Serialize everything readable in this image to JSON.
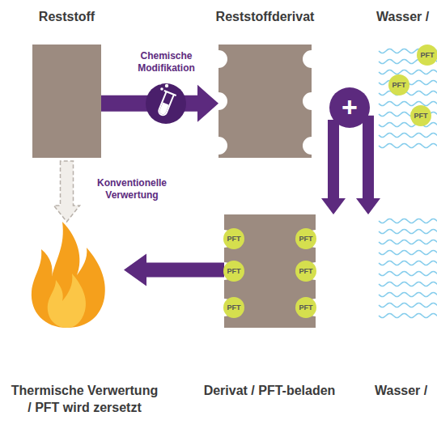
{
  "diagram": {
    "nodes": [
      {
        "text": [
          "Reststoff"
        ]
      },
      {
        "text": [
          "Reststoffderivat"
        ]
      },
      {
        "text": [
          "+"
        ]
      },
      {
        "text": [
          "Wasser /"
        ]
      },
      {
        "text": [
          "PFT"
        ],
        "in": 3
      },
      {
        "text": [
          "PFT"
        ],
        "in": 3
      },
      {
        "text": [
          "PFT"
        ],
        "in": 3
      },
      {
        "text": [
          "Thermische Verwertung / PFT wird zersetzt"
        ]
      },
      {
        "text": [
          "Derivat / PFT-beladen"
        ]
      },
      {
        "text": [
          "PFT"
        ],
        "in": 8
      },
      {
        "text": [
          "PFT"
        ],
        "in": 8
      },
      {
        "text": [
          "PFT"
        ],
        "in": 8
      },
      {
        "text": [
          "PFT"
        ],
        "in": 8
      },
      {
        "text": [
          "PFT"
        ],
        "in": 8
      },
      {
        "text": [
          "PFT"
        ],
        "in": 8
      },
      {
        "text": [
          "Wasser /"
        ]
      }
    ],
    "edges": [
      {
        "from": 0,
        "to": 1,
        "arrow": "to",
        "label": "Chemische Modifikation"
      },
      {
        "from": 0,
        "to": 7,
        "arrow": "to",
        "label": "Konventionelle Verwertung"
      },
      {
        "from": 2,
        "to": 8,
        "arrow": "to"
      },
      {
        "from": 2,
        "to": 15,
        "arrow": "to"
      },
      {
        "from": 8,
        "to": 7,
        "arrow": "to"
      }
    ]
  }
}
